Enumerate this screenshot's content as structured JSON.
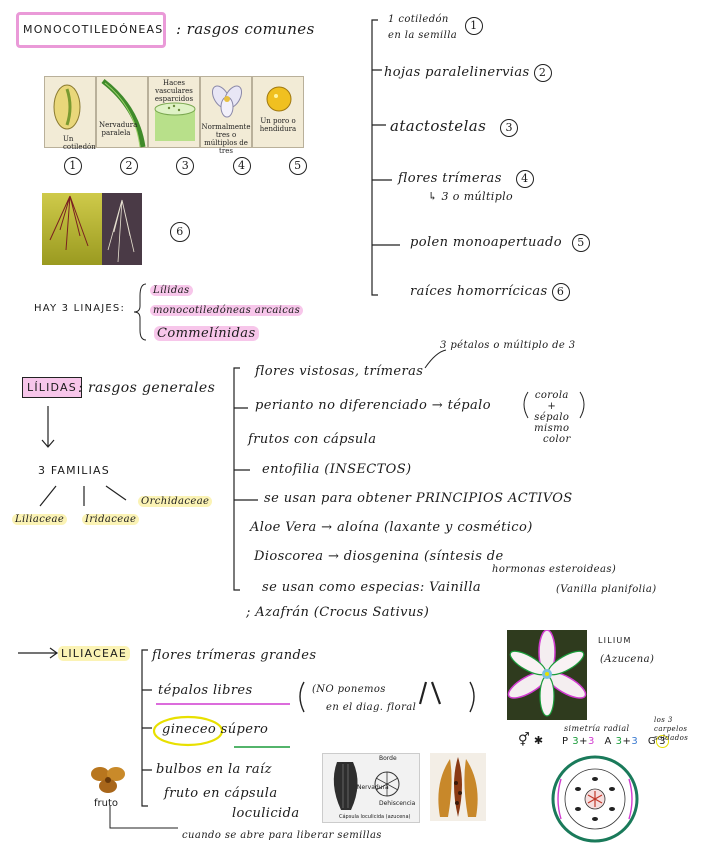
{
  "sec1": {
    "title": "MONOCOTILEDÓNEAS",
    "subtitle": ": rasgos comunes",
    "traits": [
      {
        "l1": "1 cotiledón",
        "l2": "en la semilla",
        "n": "1"
      },
      {
        "l1": "hojas paralelinervias",
        "n": "2"
      },
      {
        "l1": "atactostelas",
        "n": "3"
      },
      {
        "l1": "flores trímeras",
        "l2": "↳ 3 o múltiplo",
        "n": "4"
      },
      {
        "l1": "polen monoapertuado",
        "n": "5"
      },
      {
        "l1": "raíces homorrícicas",
        "n": "6"
      }
    ],
    "panels": [
      {
        "caption": "Un cotiledón",
        "num": "1"
      },
      {
        "caption": "Nervadura paralela",
        "num": "2"
      },
      {
        "caption": "Haces vasculares esparcidos",
        "num": "3"
      },
      {
        "caption": "Normalmente tres o múltiplos de tres",
        "num": "4"
      },
      {
        "caption": "Un poro o hendidura",
        "num": "5"
      }
    ],
    "roots_num": "6",
    "lineages_label": "HAY 3 LINAJES:",
    "lineages": [
      "Lílidas",
      "monocotiledóneas arcaicas",
      "Commelínidas"
    ]
  },
  "sec2": {
    "title": "LÍLIDAS",
    "subtitle": ": rasgos generales",
    "families_label": "3 FAMILIAS",
    "families": [
      "Liliaceae",
      "Iridaceae",
      "Orchidaceae"
    ],
    "note_top": "3 pétalos o múltiplo de 3",
    "traits": [
      "flores vistosas, trímeras",
      "perianto no diferenciado → tépalo",
      "frutos con cápsula",
      "entofilia (INSECTOS)",
      "se usan para obtener PRINCIPIOS ACTIVOS",
      "Aloe Vera → aloína (laxante y cosmético)",
      "Dioscorea → diosgenina (síntesis de",
      "hormonas esteroideas)",
      "se usan como especias: Vainilla",
      "(Vanilla planifolia)",
      "; Azafrán (Crocus Sativus)"
    ],
    "tepalo_parts": [
      "corola",
      "+",
      "sépalo",
      "mismo",
      "color"
    ]
  },
  "sec3": {
    "title": "LILIACEAE",
    "traits": [
      "flores trímeras grandes",
      "tépalos libres",
      "(NO ponemos",
      "en el diag. floral",
      "gineceo súpero",
      "bulbos en la raíz",
      "fruto en cápsula",
      "loculicida",
      "cuando se abre para liberar semillas"
    ],
    "fruto_label": "fruto",
    "lilium_label": "LILIUM",
    "lilium_common": "(Azucena)",
    "formula_note": "simetría radial",
    "formula": "P 3+3  A 3+3  G(3)",
    "carpel_note_1": "los 3",
    "carpel_note_2": "carpelos",
    "carpel_note_3": "soldados",
    "capsule_labels": [
      "Borde",
      "Nervadura",
      "Dehiscencia",
      "Cápsula loculicida (azucena)"
    ]
  },
  "colors": {
    "pink_highlight": "#f7c6ea",
    "yellow_highlight": "#fbf3b5",
    "green_underline": "#1a9c3a",
    "magenta": "#d13cd0",
    "yellow_circle": "#e8e000"
  }
}
